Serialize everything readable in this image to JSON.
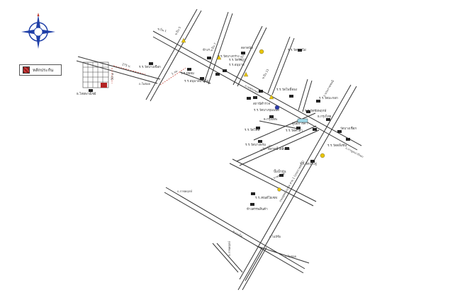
{
  "legend": {
    "label": "หลักประกัน",
    "swatch_color": "#8b1a1a"
  },
  "compass": {
    "icon": "compass-icon",
    "color": "#1f3fa8"
  },
  "roads": {
    "r1": "ซ.ปิ่น 1",
    "r2": "ถ.เพชรเกษม",
    "r3": "ซ.ปิ่น 5",
    "r4": "ซ.ปิ่น 7",
    "r5": "ซ.ปิ่น 9",
    "r6": "ถ.บรมราชชนนี",
    "r7": "ซ.ปิ่น 11",
    "r8": "ซ.ปิ่นเกล้า",
    "r9": "ถ.ราชพฤกษ์",
    "r10": "ถ.กาญจนาภิเษก",
    "r11": "ซ.บางไผ่",
    "main_diag": "ถนนพุทธมณฑล สาย 1 (บรมราชชนนี)",
    "lower_left": "ถ.ในซอย",
    "bottom_left": "ถ.ราชพฤกษ์",
    "bottom_right": "ถ.ในซอย",
    "lower_center": "ถ.ไม่มีชื่อ"
  },
  "places": {
    "p1": "ธ.ไทยพาณิชย์",
    "p2": "ร.ร.วัดบางเชือก",
    "p3": "ร.ร.มัธยม",
    "p4": "ห้างฯ",
    "p5": "ร.ร.อนุบาล",
    "p6": "ตลาดนัด",
    "p7": "ร.ร.วัดบางไผ่",
    "p8": "ธ.กรุงเทพ",
    "p9": "ร.ร.วัดโพธิ์",
    "p10": "ร.ร.วัดบางพรม",
    "p11": "ร.ร.วัดมะกอก",
    "p12": "ร.ร.วัดชัยพฤกษ์",
    "p13": "ธ.กรุงไทย",
    "p14": "วัดบางเชือก",
    "p15": "ร.ร.วัดศาลา",
    "p16": "ร.ร.วัดตลิ่งชัน",
    "p17": "ตลาดน้ำตลิ่งชัน",
    "p18": "ร.ร.วัดประดู่",
    "p19": "สถานีตำรวจ",
    "p20": "ปั๊มน้ำมัน",
    "p21": "ร.ร.เซนต์โยเซฟ",
    "p22": "ห้างสรรพสินค้า",
    "p23": "ร.ร.วัดบางกร่าง",
    "p24": "ร.ร.วัดบางขุนนนท์",
    "p25": "ศูนย์การค้า",
    "p26": "ร.ร.วัดรัชฎา",
    "p27": "ร.ร.วัดโพธิ์ทอง",
    "p28": "ร.ร.อนุบาลบางไผ่"
  },
  "distances": {
    "d1": "275 ม.",
    "d2": "1 กม.",
    "d3": "50 ม."
  },
  "colors": {
    "road": "#333333",
    "marker_yellow": "#e8c400",
    "marker_blue": "#2b3aa8",
    "parcel": "#b22222"
  }
}
